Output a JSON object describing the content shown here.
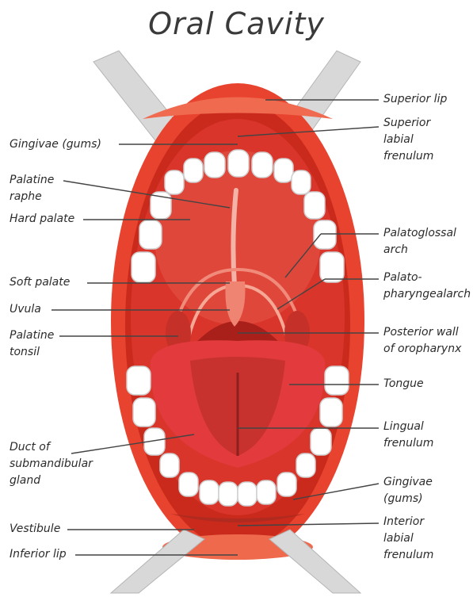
{
  "title": "Oral Cavity",
  "labels": {
    "superior_lip": "Superior lip",
    "superior_labial_frenulum": "Superior\nlabial\nfrenulum",
    "gingivae_upper": "Gingivae (gums)",
    "palatine_raphe": "Palatine\nraphe",
    "hard_palate": "Hard palate",
    "palatoglossal_arch": "Palatoglossal\narch",
    "palatopharyngeal_arch": "Palato-\npharyngealarch",
    "soft_palate": "Soft palate",
    "uvula": "Uvula",
    "palatine_tonsil": "Palatine\ntonsil",
    "posterior_wall": "Posterior wall\nof oropharynx",
    "tongue": "Tongue",
    "lingual_frenulum": "Lingual\nfrenulum",
    "duct_submandibular": "Duct of\nsubmandibular\ngland",
    "gingivae_lower": "Gingivae\n(gums)",
    "vestibule": "Vestibule",
    "inferior_labial_frenulum": "Interior\nlabial\nfrenulum",
    "inferior_lip": "Inferior lip"
  },
  "colors": {
    "lip": "#e8432e",
    "lip_dark": "#c92a1c",
    "palate": "#d9352b",
    "tongue": "#e23a3d",
    "tooth": "#ffffff",
    "retractor": "#d8d8d8",
    "leader": "#444444"
  }
}
